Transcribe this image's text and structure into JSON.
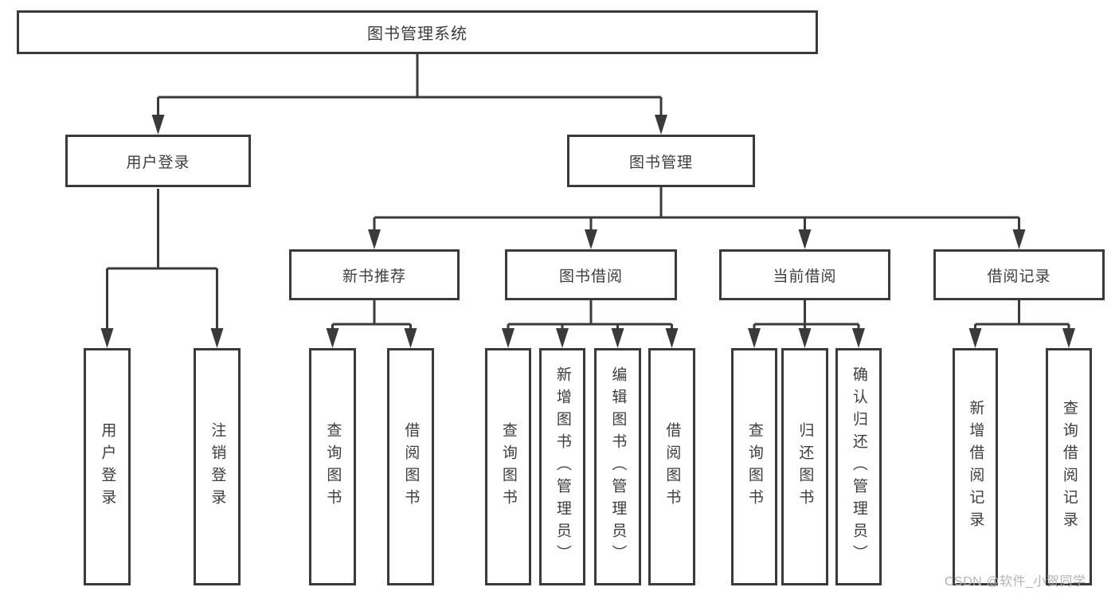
{
  "diagram": {
    "root": {
      "label": "图书管理系统"
    },
    "level2": [
      {
        "label": "用户登录",
        "children": [
          "用户登录",
          "注销登录"
        ]
      },
      {
        "label": "图书管理",
        "sections": [
          {
            "label": "新书推荐",
            "children": [
              "查询图书",
              "借阅图书"
            ]
          },
          {
            "label": "图书借阅",
            "children": [
              "查询图书",
              "新增图书（管理员）",
              "编辑图书（管理员）",
              "借阅图书"
            ]
          },
          {
            "label": "当前借阅",
            "children": [
              "查询图书",
              "归还图书",
              "确认归还（管理员）"
            ]
          },
          {
            "label": "借阅记录",
            "children": [
              "新增借阅记录",
              "查询借阅记录"
            ]
          }
        ]
      }
    ]
  },
  "watermark": {
    "text": "CSDN @软件_小贺同学"
  },
  "colors": {
    "line": "#3a3a3a",
    "text": "#3d3d3d",
    "box_fill": "#ffffff",
    "watermark": "#b3b3b3",
    "background": "#ffffff"
  }
}
